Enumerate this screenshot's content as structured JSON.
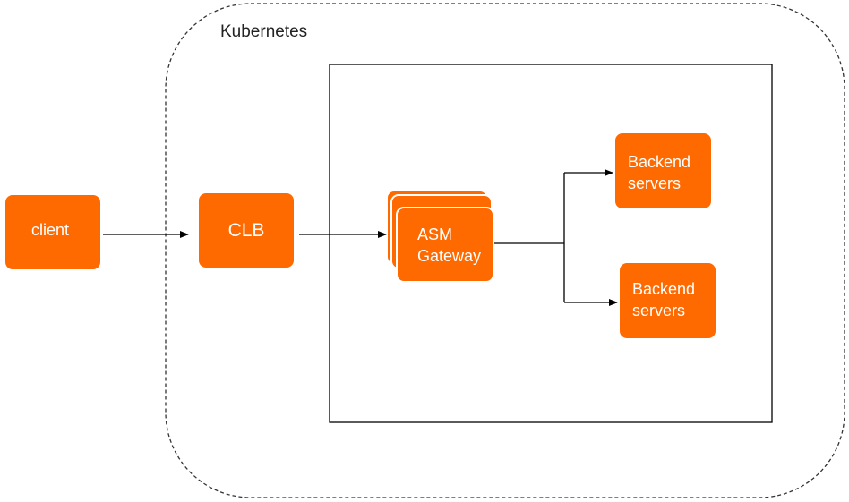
{
  "cluster": {
    "label": "Kubernetes"
  },
  "nodes": {
    "client": "client",
    "clb": "CLB",
    "gateway": [
      "ASM",
      "Gateway"
    ],
    "backend_top": [
      "Backend",
      "servers"
    ],
    "backend_bottom": [
      "Backend",
      "servers"
    ]
  },
  "colors": {
    "node_fill": "#ff6a00",
    "node_text": "#ffffff",
    "stack_outline": "#ffffff",
    "edge": "#000000",
    "cluster_border": "#333333",
    "inner_border": "#000000"
  }
}
